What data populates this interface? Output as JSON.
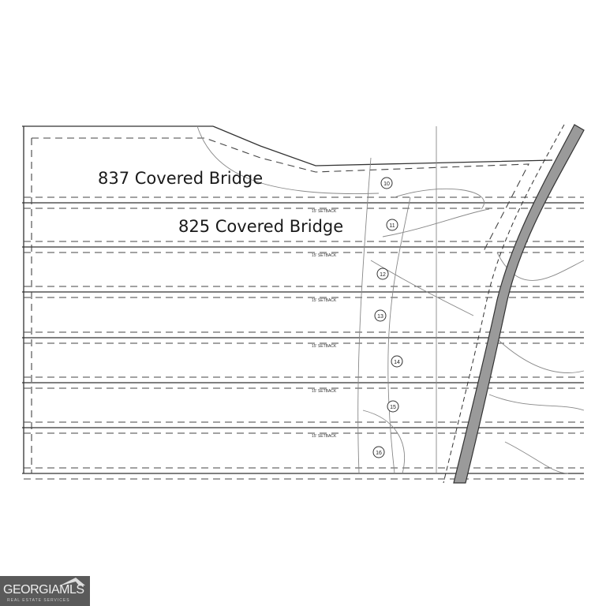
{
  "labels": {
    "lot_837": "837 Covered Bridge",
    "lot_825": "825 Covered Bridge"
  },
  "lots": [
    "10",
    "11",
    "12",
    "13",
    "14",
    "15",
    "16"
  ],
  "setback_label": "15' SETBACK",
  "logo": {
    "main": "GEORGIAMLS",
    "sub": "REAL ESTATE SERVICES"
  },
  "colors": {
    "line": "#333333",
    "road": "#9a9a9a",
    "logo_bg": "#5a5a5a"
  }
}
